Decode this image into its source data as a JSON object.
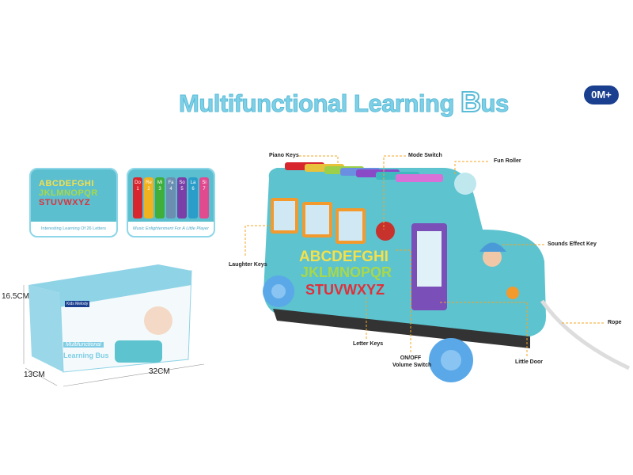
{
  "title": {
    "main": "Multifunctional Learning ",
    "accent": "B",
    "tail": "us"
  },
  "age_badge": "0M+",
  "insets": [
    {
      "caption": "Interesting Learning Of 26 Letters",
      "letters": [
        "ABCDEFGHI",
        "JKLMNOPQR",
        "STUVWXYZ"
      ]
    },
    {
      "caption": "Music Enlightenment For A Little Player",
      "keys": [
        {
          "note": "Do",
          "num": "1",
          "color": "#d8262f"
        },
        {
          "note": "Re",
          "num": "2",
          "color": "#f0b21f"
        },
        {
          "note": "Mi",
          "num": "3",
          "color": "#3fae3a"
        },
        {
          "note": "Fa",
          "num": "4",
          "color": "#6b8fb0"
        },
        {
          "note": "So",
          "num": "5",
          "color": "#7b3fa8"
        },
        {
          "note": "La",
          "num": "6",
          "color": "#2a9ec8"
        },
        {
          "note": "Si",
          "num": "7",
          "color": "#e04a8f"
        }
      ]
    }
  ],
  "package": {
    "brand": "Kids Melody",
    "name_line1": "Multifunctional",
    "name_line2": "Learning Bus",
    "height": "16.5CM",
    "depth": "13CM",
    "width": "32CM"
  },
  "callouts": {
    "piano_keys": "Piano Keys",
    "mode_switch": "Mode Switch",
    "fun_roller": "Fun Roller",
    "laughter_keys": "Laughter Keys",
    "sounds_effect_key": "Sounds Effect Key",
    "rope": "Rope",
    "letter_keys": "Letter Keys",
    "onoff_1": "ON/OFF",
    "onoff_2": "Volume Switch",
    "little_door": "Little Door"
  },
  "colors": {
    "title": "#7fd0e6",
    "badge": "#1a3f8f",
    "bus": "#5cc3cf",
    "callout_line": "#f5a623"
  }
}
